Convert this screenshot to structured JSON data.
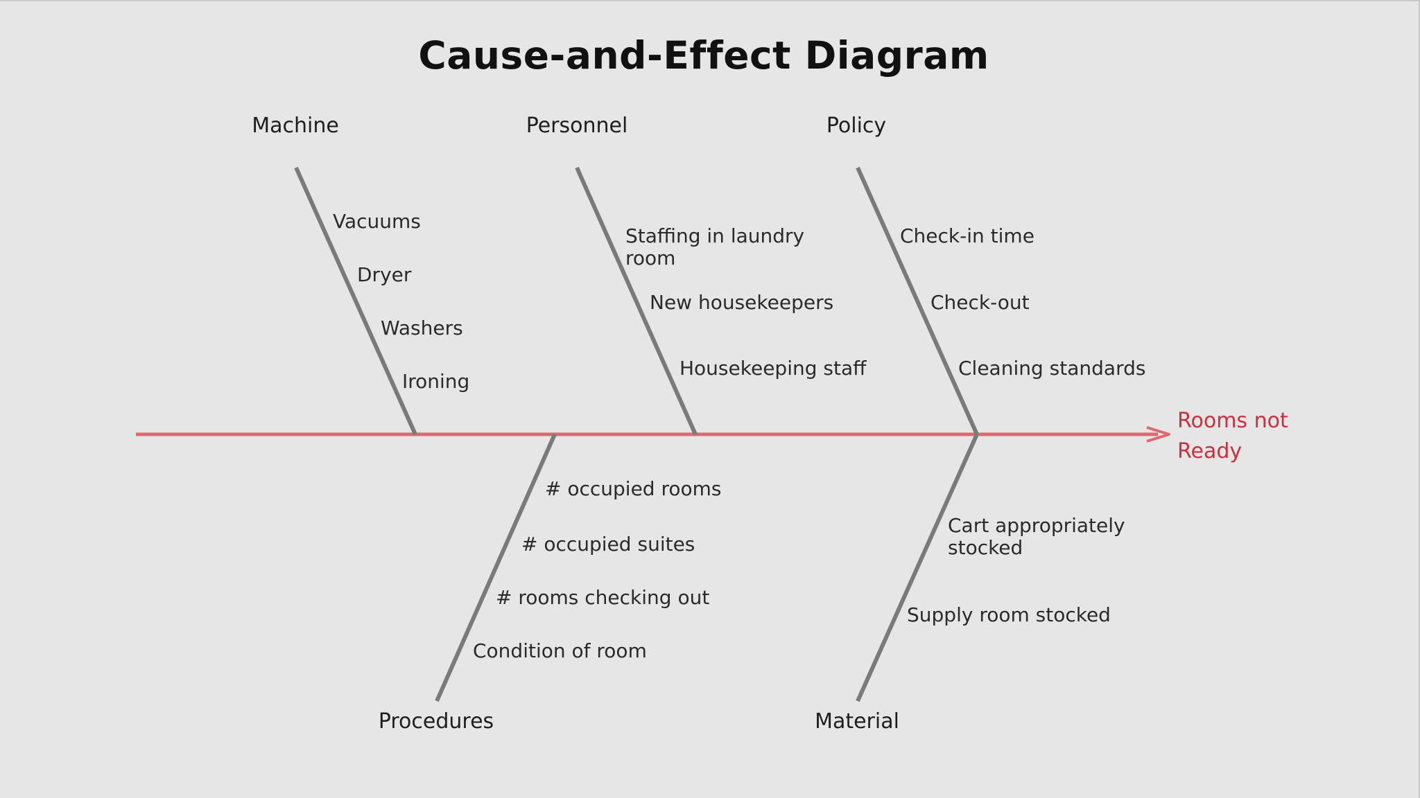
{
  "title": "Cause-and-Effect Diagram",
  "effect": "Rooms not Ready",
  "colors": {
    "background": "#e6e6e6",
    "spine": "#e06670",
    "bone": "#7a7a7a",
    "effect_text": "#cc2f3f"
  },
  "categories": {
    "machine": {
      "label": "Machine",
      "causes": [
        "Vacuums",
        "Dryer",
        "Washers",
        "Ironing"
      ]
    },
    "personnel": {
      "label": "Personnel",
      "causes": [
        "Staffing in laundry room",
        "New housekeepers",
        "Housekeeping staff"
      ]
    },
    "policy": {
      "label": "Policy",
      "causes": [
        "Check-in time",
        "Check-out",
        "Cleaning standards"
      ]
    },
    "procedures": {
      "label": "Procedures",
      "causes": [
        "# occupied rooms",
        "# occupied suites",
        "# rooms checking out",
        "Condition of room"
      ]
    },
    "material": {
      "label": "Material",
      "causes": [
        "Cart appropriately stocked",
        "Supply room stocked"
      ]
    }
  }
}
